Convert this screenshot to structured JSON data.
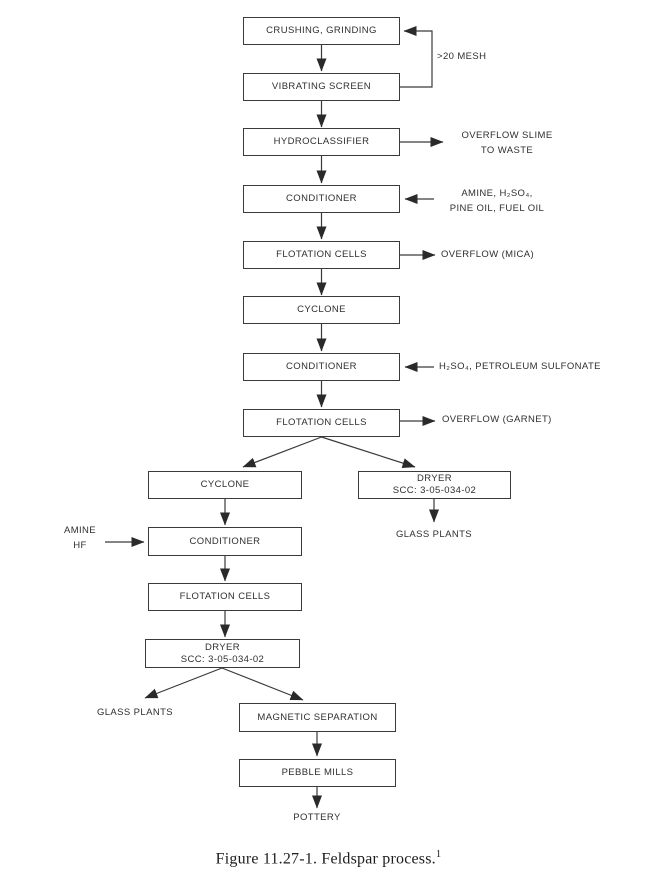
{
  "figure": {
    "caption": "Figure 11.27-1.  Feldspar process.",
    "caption_superscript": "1"
  },
  "nodes": {
    "crushing": {
      "label": "CRUSHING, GRINDING"
    },
    "vibrating": {
      "label": "VIBRATING SCREEN"
    },
    "hydroclassifier": {
      "label": "HYDROCLASSIFIER"
    },
    "conditioner1": {
      "label": "CONDITIONER"
    },
    "flotation1": {
      "label": "FLOTATION CELLS"
    },
    "cyclone1": {
      "label": "CYCLONE"
    },
    "conditioner2": {
      "label": "CONDITIONER"
    },
    "flotation2": {
      "label": "FLOTATION CELLS"
    },
    "cyclone2": {
      "label": "CYCLONE"
    },
    "dryer1": {
      "line1": "DRYER",
      "line2": "SCC: 3-05-034-02"
    },
    "conditioner3": {
      "label": "CONDITIONER"
    },
    "flotation3": {
      "label": "FLOTATION CELLS"
    },
    "dryer2": {
      "line1": "DRYER",
      "line2": "SCC: 3-05-034-02"
    },
    "magnetic": {
      "label": "MAGNETIC SEPARATION"
    },
    "pebble": {
      "label": "PEBBLE MILLS"
    }
  },
  "labels": {
    "mesh": ">20 MESH",
    "overflow_slime_1": "OVERFLOW SLIME",
    "overflow_slime_2": "TO WASTE",
    "conditioner1_input_1": "AMINE, H₂SO₄,",
    "conditioner1_input_2": "PINE OIL, FUEL OIL",
    "overflow_mica": "OVERFLOW (MICA)",
    "conditioner2_input": "H₂SO₄, PETROLEUM SULFONATE",
    "overflow_garnet": "OVERFLOW (GARNET)",
    "glass_plants_right": "GLASS PLANTS",
    "amine_1": "AMINE",
    "amine_2": "HF",
    "glass_plants_left": "GLASS PLANTS",
    "pottery": "POTTERY"
  },
  "colors": {
    "line": "#3a3a3a",
    "text": "#2f2f2f",
    "background": "#ffffff"
  }
}
